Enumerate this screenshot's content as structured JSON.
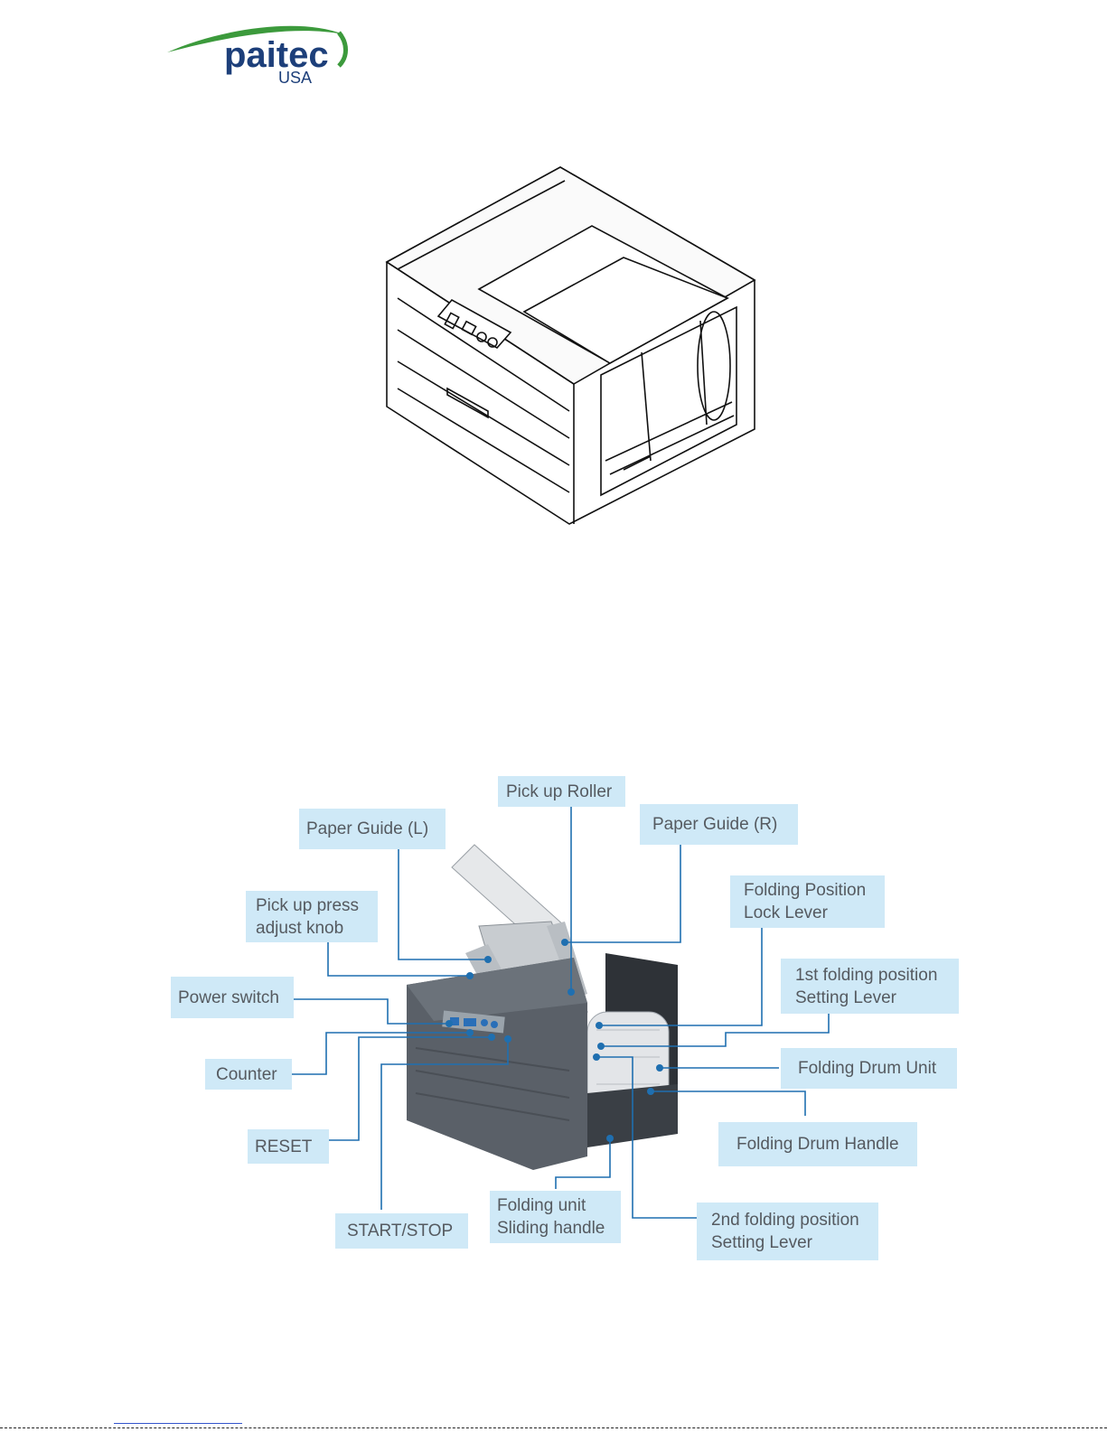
{
  "header": {
    "logo_text": "paitec",
    "logo_subtext": "USA"
  },
  "colors": {
    "logo_blue": "#1d3f7a",
    "logo_green": "#3c9a3c",
    "callout_bg": "#cfe9f7",
    "callout_text": "#555a60",
    "leader_line": "#1f6fb0",
    "machine_body": "#5a6068"
  },
  "callouts": {
    "pick_up_roller": [
      "Pick up Roller"
    ],
    "paper_guide_l": [
      "Paper Guide (L)"
    ],
    "paper_guide_r": [
      "Paper Guide (R)"
    ],
    "folding_position_lock_lever": [
      "Folding Position",
      "Lock Lever"
    ],
    "pick_up_press_adjust_knob": [
      "Pick up press",
      "adjust knob"
    ],
    "first_folding_position": [
      "1st folding position",
      "Setting Lever"
    ],
    "power_switch": [
      "Power switch"
    ],
    "folding_drum_unit": [
      "Folding Drum Unit"
    ],
    "counter": [
      "Counter"
    ],
    "folding_drum_handle": [
      "Folding Drum Handle"
    ],
    "reset": [
      "RESET"
    ],
    "folding_unit_sliding_handle": [
      "Folding unit",
      "Sliding handle"
    ],
    "second_folding_position": [
      "2nd folding position",
      "Setting Lever"
    ],
    "start_stop": [
      "START/STOP"
    ]
  }
}
